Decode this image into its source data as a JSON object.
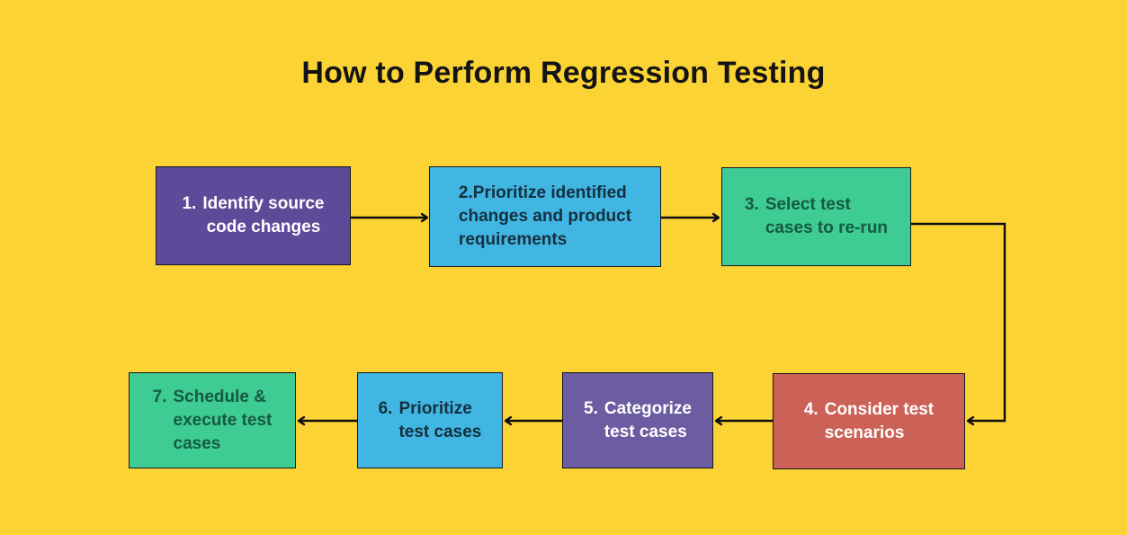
{
  "title": "How to Perform Regression Testing",
  "colors": {
    "background": "#fcd335",
    "title": "#141414",
    "border": "#17171f",
    "arrow": "#0e0e0e"
  },
  "steps": [
    {
      "num": "1.",
      "text": "Identify source\ncode changes",
      "bg": "#5d4a99",
      "fg": "#ffffff"
    },
    {
      "num": "",
      "text": "2.Prioritize identified\nchanges and product\nrequirements",
      "bg": "#41b6e3",
      "fg": "#14303e"
    },
    {
      "num": "3.",
      "text": "Select test\ncases to re-run",
      "bg": "#3fcb94",
      "fg": "#155b3d"
    },
    {
      "num": "4.",
      "text": "Consider test\nscenarios",
      "bg": "#cc6257",
      "fg": "#ffffff"
    },
    {
      "num": "5.",
      "text": "Categorize\ntest cases",
      "bg": "#6c5da3",
      "fg": "#ffffff"
    },
    {
      "num": "6.",
      "text": "Prioritize\ntest cases",
      "bg": "#41b6e3",
      "fg": "#14303e"
    },
    {
      "num": "7.",
      "text": "Schedule &\nexecute test\ncases",
      "bg": "#3fcb94",
      "fg": "#155b3d"
    }
  ]
}
